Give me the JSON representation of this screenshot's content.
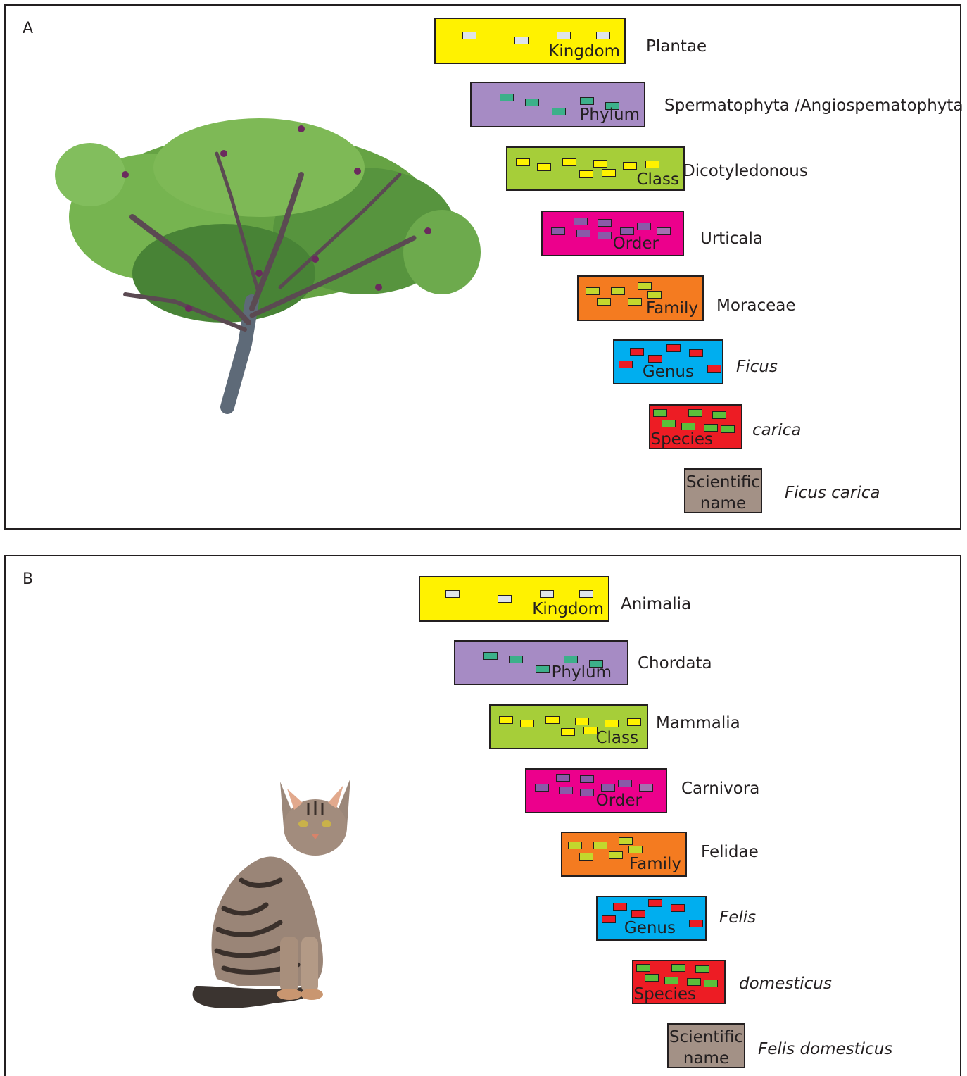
{
  "colors": {
    "kingdom": "#fff200",
    "phylum": "#a68bc4",
    "class": "#a6ce39",
    "order": "#ec008c",
    "family": "#f47b20",
    "genus": "#00aeef",
    "species": "#ed1c24",
    "scientific_name": "#a39186",
    "chip_kingdom": "#dfe4ea",
    "chip_phylum": "#3cb08a",
    "chip_class": "#fff200",
    "chip_order": "#8a5aa8",
    "chip_family": "#c3d82d",
    "chip_genus": "#ed1c24",
    "chip_species": "#5bbf3a"
  },
  "rank_labels": {
    "kingdom": "Kingdom",
    "phylum": "Phylum",
    "class": "Class",
    "order": "Order",
    "family": "Family",
    "genus": "Genus",
    "species": "Species",
    "scientific_line1": "Scientific",
    "scientific_line2": "name"
  },
  "panel_a": {
    "letter": "A",
    "illustration": "fig-tree-illustration",
    "kingdom": "Plantae",
    "phylum": "Spermatophyta /Angiospematophyta",
    "class": "Dicotyledonous",
    "order": "Urticala",
    "family": "Moraceae",
    "genus": "Ficus",
    "species": "carica",
    "scientific_name": "Ficus carica"
  },
  "panel_b": {
    "letter": "B",
    "illustration": "tabby-cat-illustration",
    "kingdom": "Animalia",
    "phylum": "Chordata",
    "class": "Mammalia",
    "order": "Carnivora",
    "family": "Felidae",
    "genus": "Felis",
    "species": "domesticus",
    "scientific_name": "Felis domesticus"
  }
}
